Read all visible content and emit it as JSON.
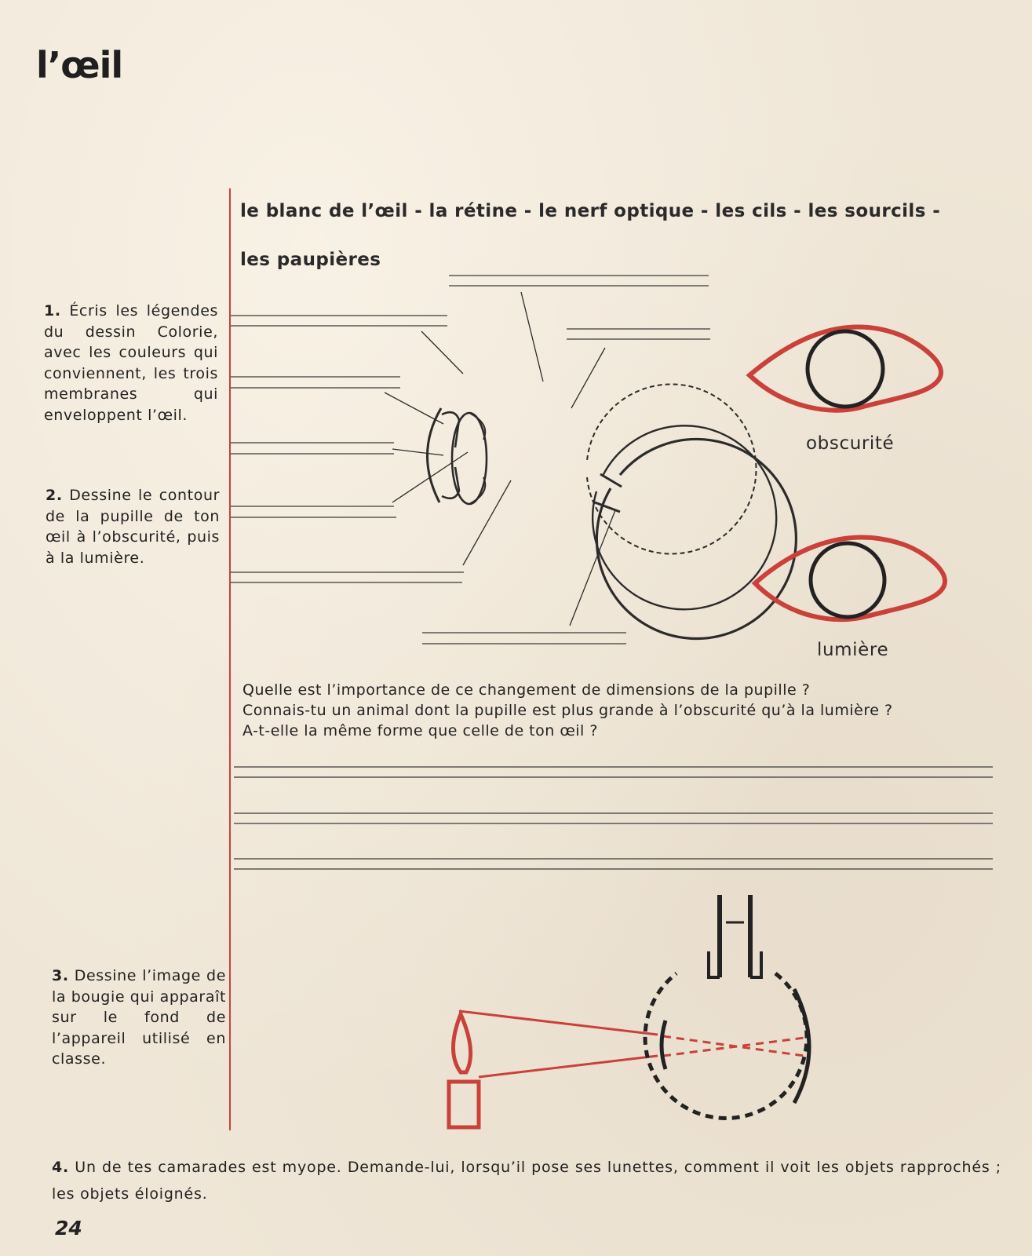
{
  "page": {
    "title": "l’œil",
    "page_number": "24"
  },
  "legend_words": {
    "line1": "le blanc de l’œil  -  la rétine  -  le nerf optique  -  les cils  -  les sourcils  -",
    "line2": "les paupières"
  },
  "instructions": {
    "q1_number": "1.",
    "q1_text": "Écris les légendes du dessin Colorie, avec les couleurs qui conviennent, les trois membranes qui enveloppent l’œil.",
    "q2_number": "2.",
    "q2_text": "Dessine le contour de la pupille de ton œil à l’obscurité, puis à la lumière.",
    "q3_number": "3.",
    "q3_text": "Dessine l’image de la bougie qui apparaît sur le fond de l’appareil utilisé en classe."
  },
  "eye_captions": {
    "dark": "obscurité",
    "light": "lumière"
  },
  "questions": [
    "Quelle est l’importance de ce changement de dimensions de la pupille ?",
    "Connais-tu un animal dont la pupille est plus grande à l’obscurité qu’à la lumière ?",
    "A-t-elle la même forme que celle de ton œil ?"
  ],
  "question4": {
    "number": "4.",
    "text": "Un de tes camarades est myope. Demande-lui, lorsqu’il pose ses lunettes, comment il voit les objets rapprochés ; les objets éloignés."
  },
  "colors": {
    "paper": "#efe6d7",
    "ink": "#2b2b2b",
    "red": "#c9413a"
  }
}
